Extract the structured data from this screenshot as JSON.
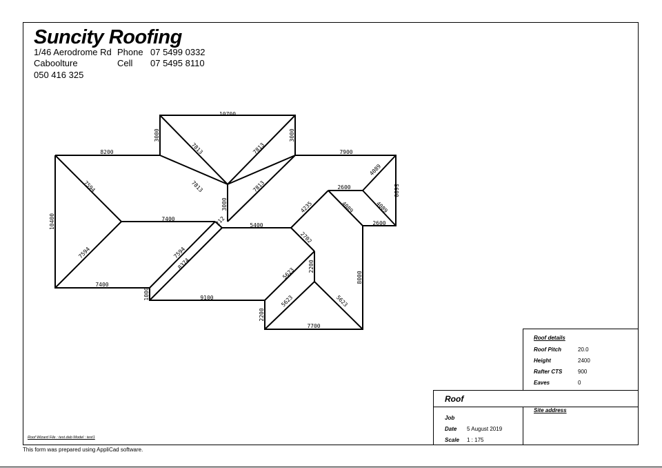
{
  "header": {
    "company": "Suncity Roofing",
    "address1": "1/46 Aerodrome Rd",
    "address2": "Caboolture",
    "licence": "050 416 325",
    "phone_label": "Phone",
    "phone": "07 5499 0332",
    "cell_label": "Cell",
    "cell": "07 5495 8110"
  },
  "dimensions": {
    "d10700": "10700",
    "d3000a": "3000",
    "d3000b": "3000",
    "d3000c": "3000",
    "d8200": "8200",
    "d7900": "7900",
    "d7813a": "7813",
    "d7813b": "7813",
    "d7813c": "7813",
    "d7813d": "7813",
    "d4089a": "4089",
    "d4089b": "4089",
    "d4089c": "4089",
    "d5600": "5600",
    "d2600a": "2600",
    "d2600b": "2600",
    "d7594a": "7594",
    "d7594b": "7594",
    "d7594c": "7594",
    "d10400": "10400",
    "d7400a": "7400",
    "d7400b": "7400",
    "d5400": "5400",
    "d4235": "4235",
    "d2702": "2702",
    "d2200a": "2200",
    "d2200b": "2200",
    "d8000": "8000",
    "d8374": "8374",
    "d1000": "1000",
    "d9100": "9100",
    "d5623a": "5623",
    "d5623b": "5623",
    "d5623c": "5623",
    "d7700": "7700",
    "dsmall": "212"
  },
  "roof_details": {
    "heading": "Roof details",
    "pitch_label": "Roof Pitch",
    "pitch": "20.0",
    "height_label": "Height",
    "height": "2400",
    "rafter_label": "Rafter CTS",
    "rafter": "900",
    "eaves_label": "Eaves",
    "eaves": "0"
  },
  "title_block": {
    "title": "Roof",
    "job_label": "Job",
    "job": "",
    "date_label": "Date",
    "date": "5 August 2019",
    "scale_label": "Scale",
    "scale": "1 : 175",
    "site_label": "Site address"
  },
  "file_note": "Roof Wizard File : test.dab Model : test1",
  "footer": "This form was prepared using AppliCad software."
}
